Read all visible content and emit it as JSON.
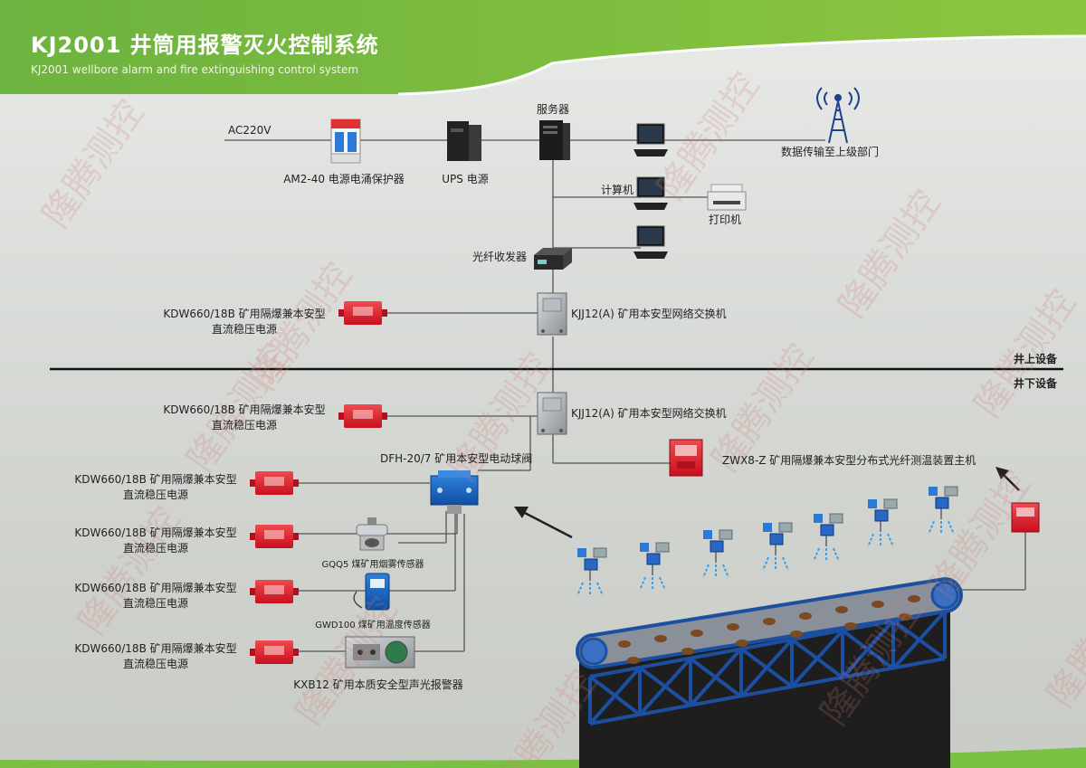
{
  "header": {
    "title": "KJ2001 井筒用报警灭火控制系统",
    "subtitle": "KJ2001 wellbore alarm and fire extinguishing control system"
  },
  "colors": {
    "accent": "#7ac143",
    "device_red": "#e2202c",
    "line": "#555555",
    "conveyor": "#1d4fa0"
  },
  "watermark": "隆腾测控",
  "labels": {
    "ac": "AC220V",
    "surge": "AM2-40 电源电涌保护器",
    "ups": "UPS 电源",
    "server": "服务器",
    "computer": "计算机",
    "printer": "打印机",
    "fiber": "光纤收发器",
    "uplink": "数据传输至上级部门",
    "switch_top": "KJJ12(A) 矿用本安型网络交换机",
    "switch_bottom": "KJJ12(A) 矿用本安型网络交换机",
    "power1": "KDW660/18B 矿用隔爆兼本安型",
    "power1b": "直流稳压电源",
    "above": "井上设备",
    "below": "井下设备",
    "power2": "KDW660/18B 矿用隔爆兼本安型",
    "power2b": "直流稳压电源",
    "valve": "DFH-20/7 矿用本安型电动球阀",
    "zwx": "ZWX8-Z 矿用隔爆兼本安型分布式光纤测温装置主机",
    "power3": "KDW660/18B 矿用隔爆兼本安型",
    "power3b": "直流稳压电源",
    "power4": "KDW660/18B 矿用隔爆兼本安型",
    "power4b": "直流稳压电源",
    "smoke": "GQQ5 煤矿用烟雾传感器",
    "power5": "KDW660/18B 矿用隔爆兼本安型",
    "power5b": "直流稳压电源",
    "temp": "GWD100 煤矿用温度传感器",
    "power6": "KDW660/18B 矿用隔爆兼本安型",
    "power6b": "直流稳压电源",
    "alarm": "KXB12 矿用本质安全型声光报警器"
  }
}
